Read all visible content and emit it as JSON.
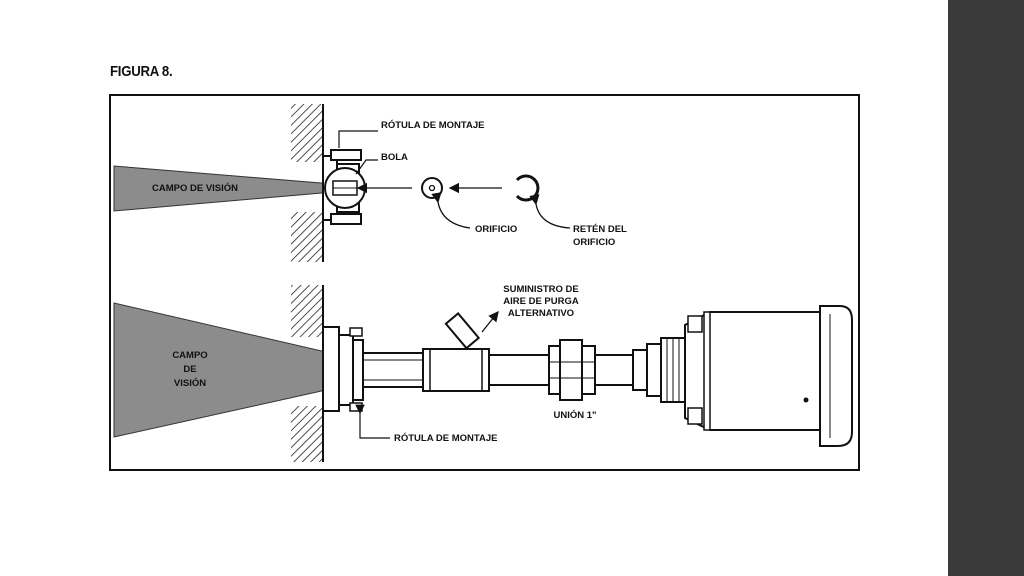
{
  "figure": {
    "title": "FIGURA 8."
  },
  "top_assembly": {
    "mount_label": "RÓTULA DE MONTAJE",
    "ball_label": "BOLA",
    "fov_label": "CAMPO DE VISIÓN",
    "orifice_label": "ORIFICIO",
    "retainer_label_line1": "RETÉN DEL",
    "retainer_label_line2": "ORIFICIO"
  },
  "bottom_assembly": {
    "purge_label_line1": "SUMINISTRO DE",
    "purge_label_line2": "AIRE DE PURGA",
    "purge_label_line3": "ALTERNATIVO",
    "fov_label_line1": "CAMPO",
    "fov_label_line2": "DE",
    "fov_label_line3": "VISIÓN",
    "union_label": "UNIÓN 1\"",
    "mount_label": "RÓTULA DE MONTAJE"
  },
  "colors": {
    "accent_bar": "#3a3a3a",
    "fov_fill": "#8c8c8c",
    "line": "#111111"
  }
}
